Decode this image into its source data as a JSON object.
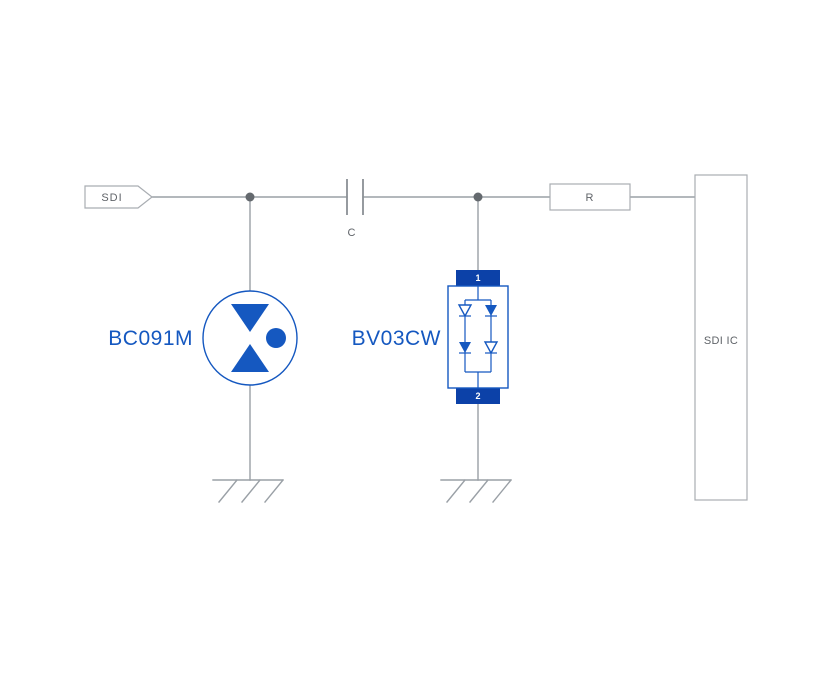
{
  "schematic": {
    "input": {
      "label": "SDI"
    },
    "capacitor": {
      "label": "C"
    },
    "resistor": {
      "label": "R"
    },
    "ic": {
      "label": "SDI IC"
    },
    "tvs": {
      "label": "BC091M"
    },
    "diode_array": {
      "label": "BV03CW",
      "pin_top": "1",
      "pin_bottom": "2"
    },
    "colors": {
      "component_blue": "#1558c0",
      "pin_blue": "#0c41a8",
      "wire_gray": "#9aa0a6",
      "outline_gray": "#a9adb2",
      "junction_gray": "#64696e",
      "plate_gray": "#8b9095",
      "text_gray": "#5f6368"
    }
  }
}
